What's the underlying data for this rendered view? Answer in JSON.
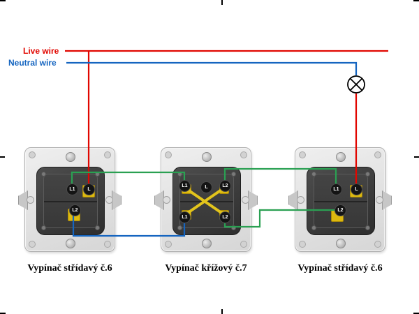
{
  "labels": {
    "live": "Live wire",
    "neutral": "Neutral wire"
  },
  "switches": [
    {
      "label": "Vypínač střídavý č.6",
      "terminals": {
        "l1": "L1",
        "l": "L",
        "l2": "L2"
      }
    },
    {
      "label": "Vypínač křížový č.7",
      "terminals": {
        "tl": "L1",
        "tc": "L",
        "tr": "L2",
        "bl": "L1",
        "br": "L2"
      }
    },
    {
      "label": "Vypínač střídavý č.6",
      "terminals": {
        "l1": "L1",
        "l": "L",
        "l2": "L2"
      }
    }
  ],
  "colors": {
    "live": "#e10600",
    "neutral": "#1565c0",
    "traveler": "#2aa052",
    "jumper": "#e2c41c",
    "lamp": "#000000"
  },
  "lamp_symbol": "circle-with-cross"
}
